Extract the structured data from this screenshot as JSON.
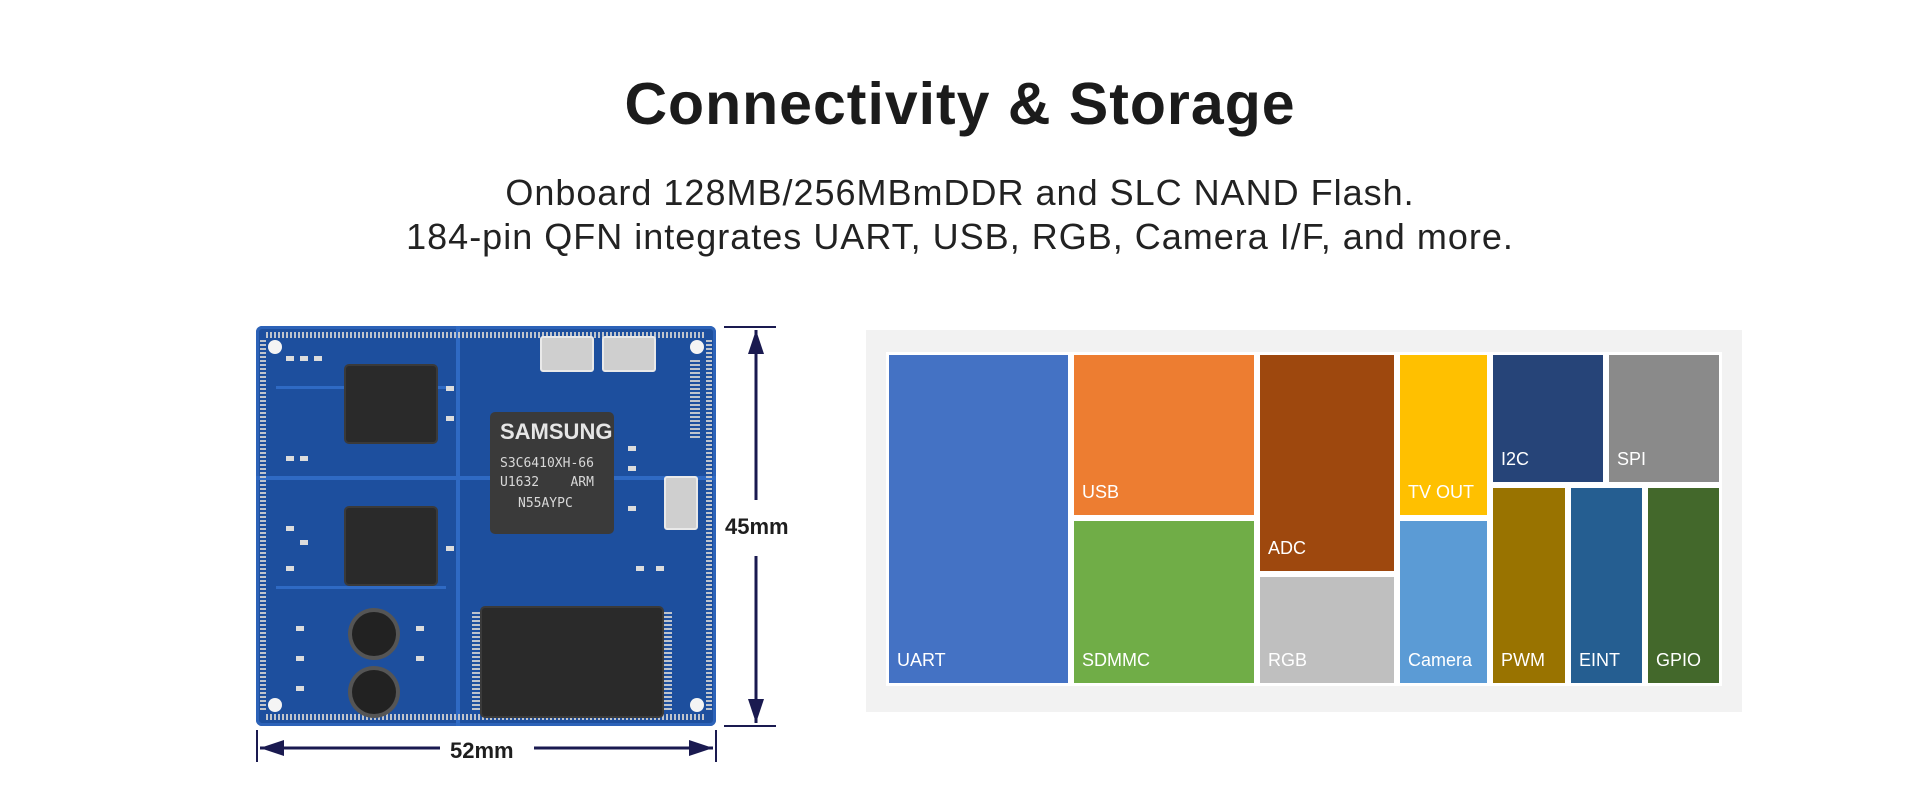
{
  "header": {
    "title": "Connectivity & Storage",
    "subtitle_line1": "Onboard 128MB/256MBmDDR and SLC NAND Flash.",
    "subtitle_line2": "184-pin QFN integrates UART, USB, RGB, Camera I/F, and more."
  },
  "board": {
    "cpu_brand": "SAMSUNG",
    "cpu_lines": [
      "S3C6410XH-66",
      "U1632    ARM",
      "N55AYPC"
    ],
    "height_label": "45mm",
    "width_label": "52mm"
  },
  "treemap": {
    "tiles": [
      {
        "label": "UART",
        "color": "#4472C4"
      },
      {
        "label": "USB",
        "color": "#ED7D31"
      },
      {
        "label": "SDMMC",
        "color": "#70AD47"
      },
      {
        "label": "ADC",
        "color": "#9E480E"
      },
      {
        "label": "RGB",
        "color": "#BFBFBF"
      },
      {
        "label": "TV OUT",
        "color": "#FFC000"
      },
      {
        "label": "Camera",
        "color": "#5B9BD5"
      },
      {
        "label": "I2C",
        "color": "#264478"
      },
      {
        "label": "SPI",
        "color": "#8A8A8A"
      },
      {
        "label": "PWM",
        "color": "#997300"
      },
      {
        "label": "EINT",
        "color": "#255E91"
      },
      {
        "label": "GPIO",
        "color": "#43682B"
      }
    ]
  }
}
